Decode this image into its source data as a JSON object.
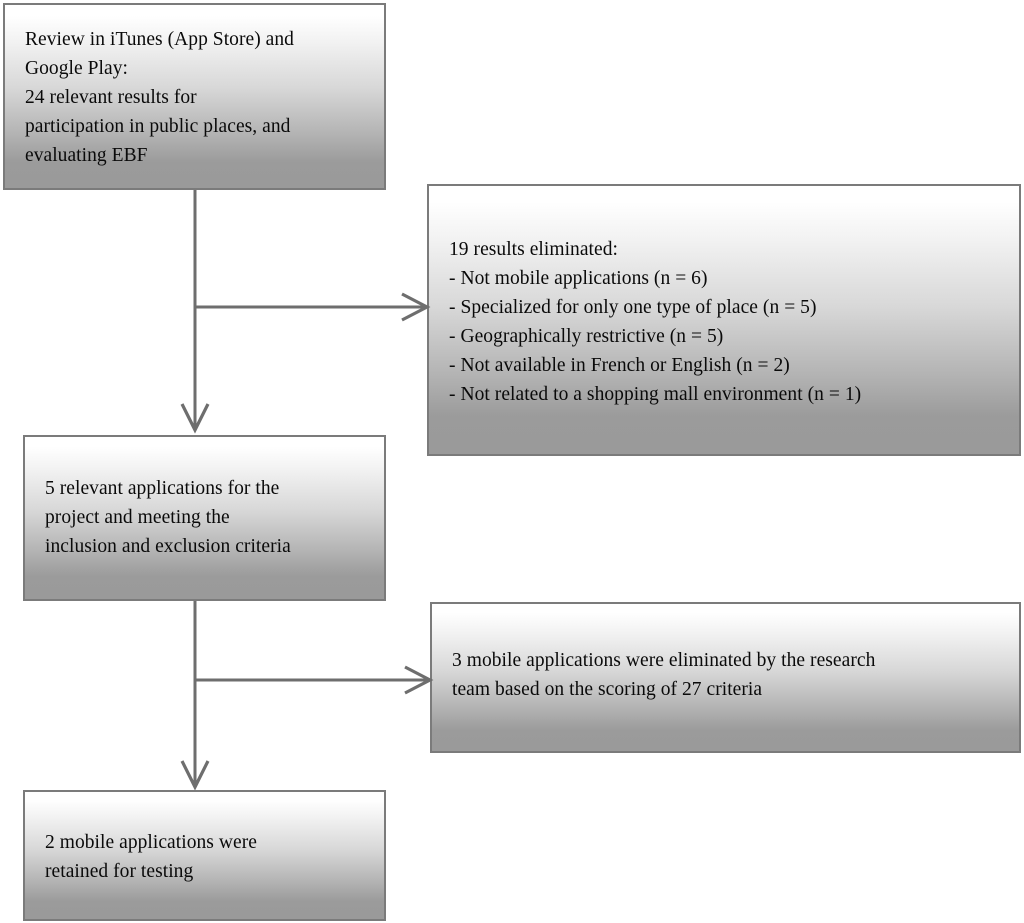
{
  "diagram": {
    "title": "Mobile application selection flowchart",
    "boxes": [
      {
        "id": "review",
        "name": "review-box",
        "text": "Review in iTunes (App Store) and\nGoogle Play:\n24 relevant results for\nparticipation in public places, and\nevaluating EBF"
      },
      {
        "id": "eliminated",
        "name": "eliminated-results-box",
        "text": " 19 results eliminated:\n- Not mobile applications (n = 6)\n- Specialized for only one type of place (n = 5)\n- Geographically restrictive (n = 5)\n- Not available in French or English (n = 2)\n- Not related to a shopping mall environment (n = 1)"
      },
      {
        "id": "relevant",
        "name": "relevant-applications-box",
        "text": "5 relevant applications for the\nproject and meeting the\ninclusion and exclusion criteria"
      },
      {
        "id": "team",
        "name": "research-team-elimination-box",
        "text": "3 mobile applications were eliminated by the research\nteam based on the scoring of 27 criteria"
      },
      {
        "id": "retained",
        "name": "retained-applications-box",
        "text": "2 mobile applications were\nretained for testing"
      }
    ],
    "connectors": [
      {
        "name": "review-to-eliminated",
        "from": "review",
        "to": "eliminated",
        "direction": "right"
      },
      {
        "name": "review-to-relevant",
        "from": "review",
        "to": "relevant",
        "direction": "down"
      },
      {
        "name": "relevant-to-team",
        "from": "relevant",
        "to": "team",
        "direction": "right"
      },
      {
        "name": "relevant-to-retained",
        "from": "relevant",
        "to": "retained",
        "direction": "down"
      }
    ],
    "colors": {
      "box_border": "#7b7b7b",
      "box_fill_top": "#ffffff",
      "box_fill_bottom": "#9a9a9a",
      "connector": "#6e6e6e",
      "text": "#0a0a0a",
      "background": "#ffffff"
    }
  }
}
